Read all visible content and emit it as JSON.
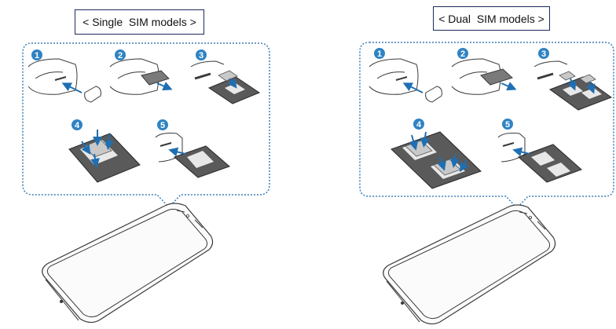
{
  "titles": {
    "single": "< Single  SIM models >",
    "dual": "< Dual  SIM models >"
  },
  "steps": [
    "1",
    "2",
    "3",
    "4",
    "5"
  ],
  "colors": {
    "step_badge": "#2f83c3",
    "arrow": "#1f6fb2",
    "callout_border": "#3a7fb8",
    "line": "#3a3a3a",
    "sim_card": "#c9c9c9",
    "tray": "#5a5a5a"
  }
}
